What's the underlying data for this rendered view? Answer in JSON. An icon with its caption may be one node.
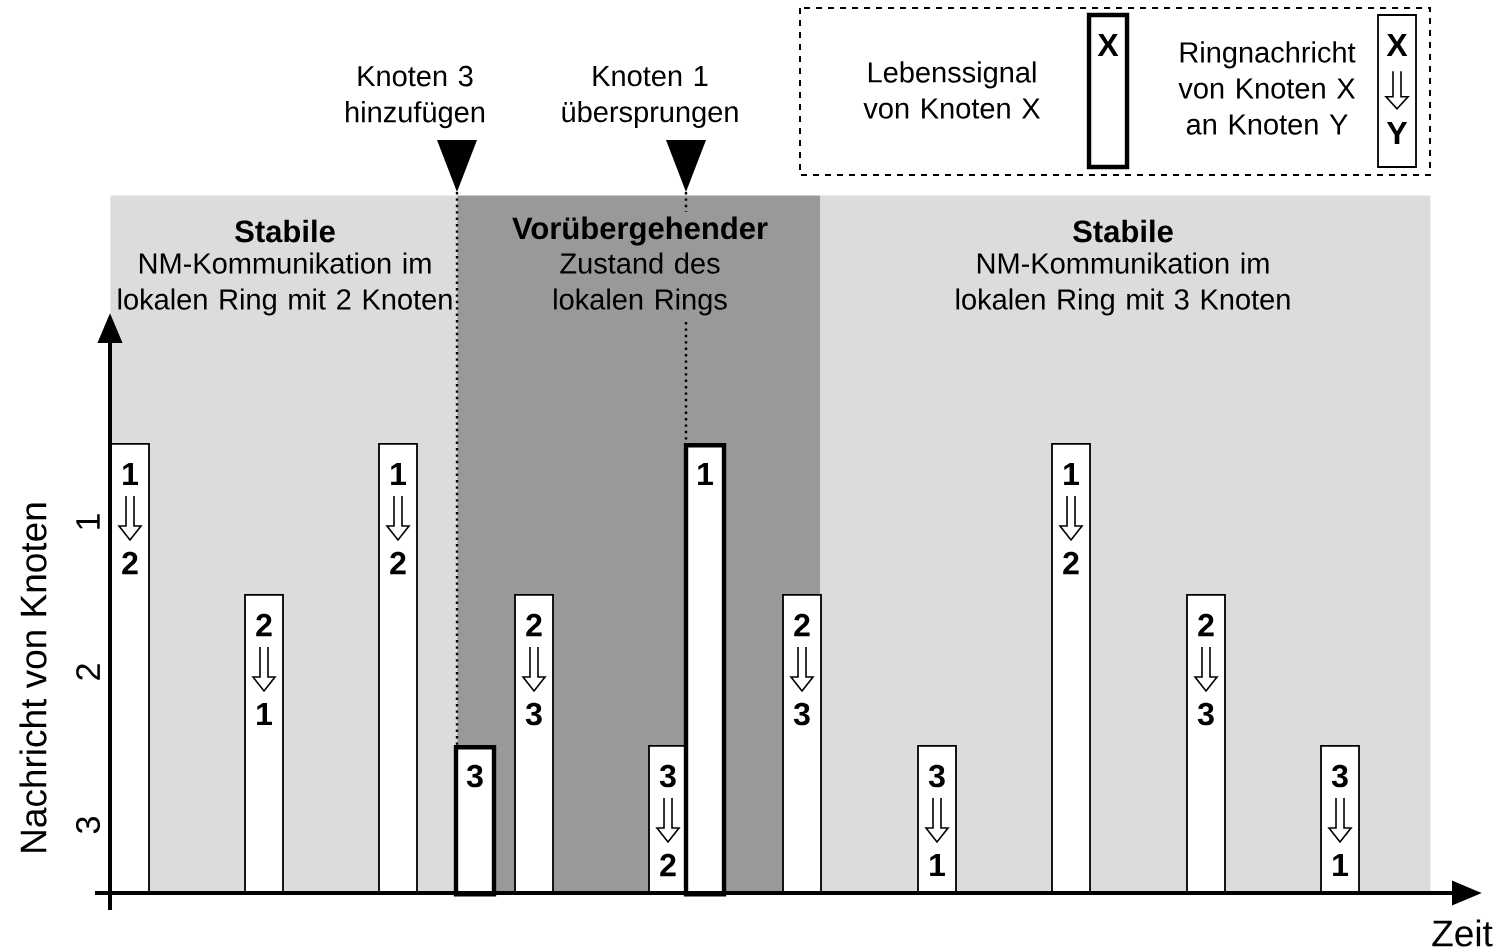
{
  "diagram": {
    "nodes": [
      {
        "text": [
          "Stabile",
          "NM-Kommunikation im lokalen Ring mit 2 Knoten"
        ]
      },
      {
        "text": [
          "Vorübergehender",
          "Zustand des lokalen Rings"
        ]
      },
      {
        "text": [
          "Stabile",
          "NM-Kommunikation im lokalen Ring mit 3 Knoten"
        ]
      },
      {
        "text": [
          "1",
          "2"
        ],
        "in": 0
      },
      {
        "text": [
          "2",
          "1"
        ],
        "in": 0
      },
      {
        "text": [
          "1",
          "2"
        ],
        "in": 0
      },
      {
        "text": [
          "3"
        ],
        "in": 1
      },
      {
        "text": [
          "2",
          "3"
        ],
        "in": 1
      },
      {
        "text": [
          "3",
          "2"
        ],
        "in": 1
      },
      {
        "text": [
          "1"
        ],
        "in": 1
      },
      {
        "text": [
          "2",
          "3"
        ],
        "in": 1
      },
      {
        "text": [
          "3",
          "1"
        ],
        "in": 2
      },
      {
        "text": [
          "1",
          "2"
        ],
        "in": 2
      },
      {
        "text": [
          "2",
          "3"
        ],
        "in": 2
      },
      {
        "text": [
          "3",
          "1"
        ],
        "in": 2
      }
    ],
    "labels": [
      "Knoten 3 hinzufügen",
      "Knoten 1 übersprungen",
      "X",
      "X",
      "Y",
      "Nachricht von Knoten",
      "1",
      "2",
      "3",
      "Zeit"
    ],
    "legend": [
      {
        "text": "Lebenssignal von Knoten X"
      },
      {
        "text": "Ringnachricht von Knoten X an Knoten Y"
      }
    ]
  }
}
